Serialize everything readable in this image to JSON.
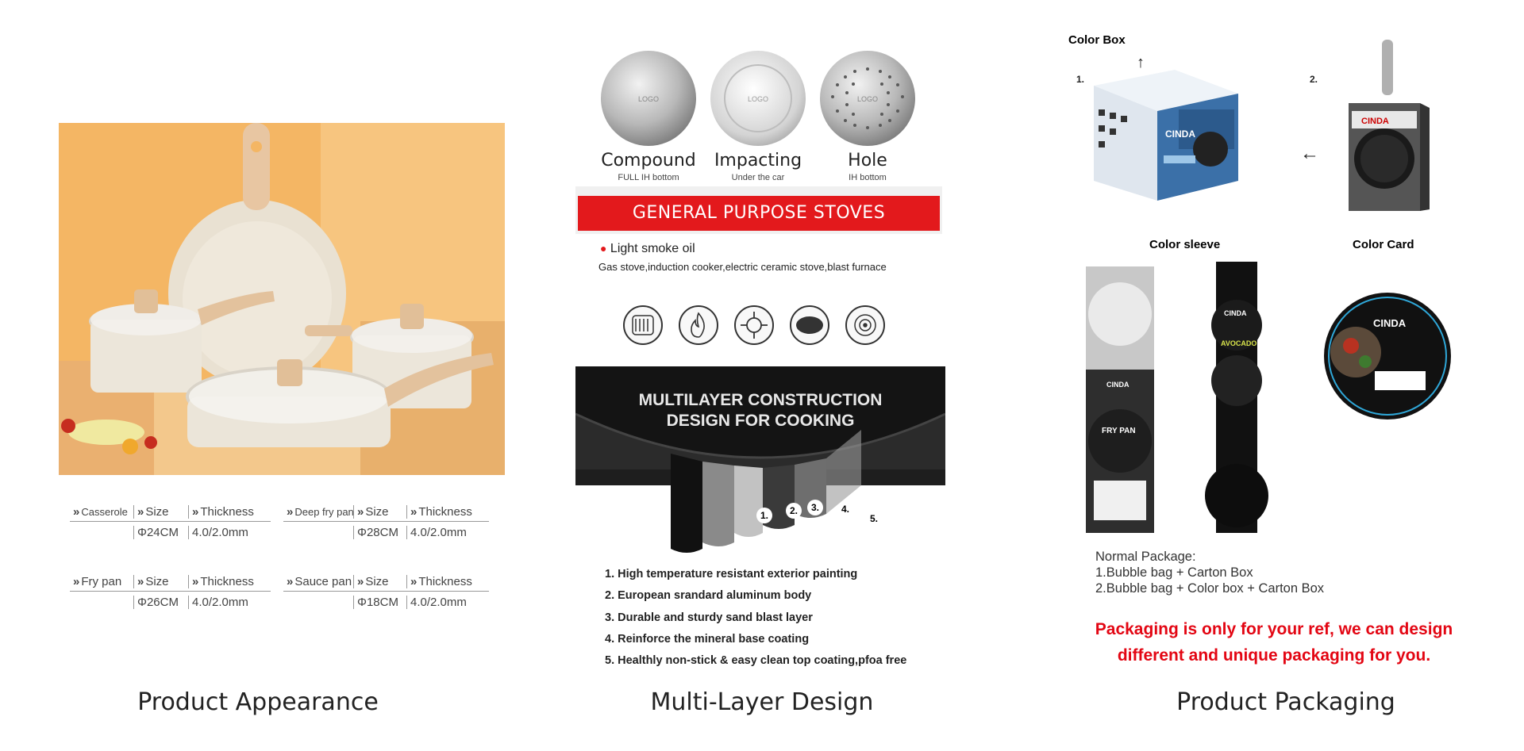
{
  "appearance": {
    "caption": "Product Appearance",
    "specs": [
      {
        "name": "Casserole",
        "size_label": "Size",
        "thickness_label": "Thickness",
        "size": "Φ24CM",
        "thickness": "4.0/2.0mm"
      },
      {
        "name": "Deep fry pan",
        "size_label": "Size",
        "thickness_label": "Thickness",
        "size": "Φ28CM",
        "thickness": "4.0/2.0mm"
      },
      {
        "name": "Fry pan",
        "size_label": "Size",
        "thickness_label": "Thickness",
        "size": "Φ26CM",
        "thickness": "4.0/2.0mm"
      },
      {
        "name": "Sauce pan",
        "size_label": "Size",
        "thickness_label": "Thickness",
        "size": "Φ18CM",
        "thickness": "4.0/2.0mm"
      }
    ]
  },
  "layer": {
    "caption": "Multi-Layer Design",
    "bottoms": [
      {
        "title": "Compound",
        "subtitle": "FULL IH bottom",
        "logo": "LOGO"
      },
      {
        "title": "Impacting",
        "subtitle": "Under the car",
        "logo": "LOGO"
      },
      {
        "title": "Hole",
        "subtitle": "IH bottom",
        "logo": "LOGO"
      }
    ],
    "banner": "GENERAL PURPOSE STOVES",
    "oil_note": "Light smoke oil",
    "stove_note": "Gas stove,induction cooker,electric ceramic stove,blast furnace",
    "stove_icons": [
      "induction-coil-icon",
      "flame-icon",
      "gas-burner-icon",
      "ceramic-plate-icon",
      "hotplate-icon"
    ],
    "construction_title_1": "MULTILAYER CONSTRUCTION",
    "construction_title_2": "DESIGN FOR COOKING",
    "layer_numbers": [
      "1.",
      "2.",
      "3.",
      "4.",
      "5."
    ],
    "features": [
      "1. High temperature resistant exterior painting",
      "2. European srandard aluminum body",
      "3. Durable and sturdy sand blast layer",
      "4. Reinforce the mineral base coating",
      "5. Healthly non-stick & easy clean top coating,pfoa free"
    ]
  },
  "packaging": {
    "caption": "Product Packaging",
    "color_box_label": "Color Box",
    "step1": "1.",
    "step2": "2.",
    "color_sleeve_label": "Color sleeve",
    "color_card_label": "Color Card",
    "brand": "CINDA",
    "sleeve_product": "FRY PAN",
    "sleeve_product_2": "AVOCADO",
    "normal_package_title": "Normal Package:",
    "normal_package_1": "1.Bubble bag + Carton Box",
    "normal_package_2": "2.Bubble bag + Color box + Carton Box",
    "note_line_1": "Packaging is only for your ref, we can design",
    "note_line_2": "different and unique packaging for you.",
    "colors": {
      "note": "#e30613",
      "banner": "#e3191c"
    }
  }
}
